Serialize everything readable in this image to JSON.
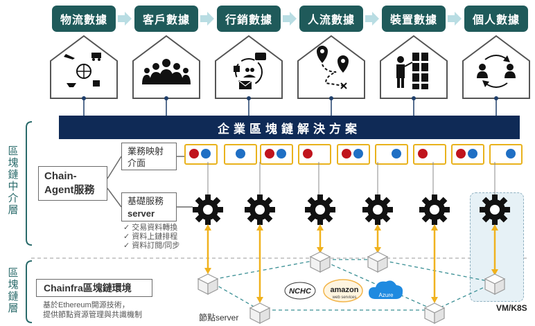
{
  "sources": [
    {
      "label": "物流數據",
      "icon": "logistics-icon"
    },
    {
      "label": "客戶數據",
      "icon": "people-icon"
    },
    {
      "label": "行銷數據",
      "icon": "marketing-icon"
    },
    {
      "label": "人流數據",
      "icon": "route-icon"
    },
    {
      "label": "裝置數據",
      "icon": "devices-icon"
    },
    {
      "label": "個人數據",
      "icon": "exchange-icon"
    }
  ],
  "banner": "企業區塊鏈解決方案",
  "side_middle": "區塊鏈中介層",
  "side_bottom": "區塊鏈層",
  "agent": {
    "title_line1": "Chain-",
    "title_line2": "Agent服務",
    "mapping_line1": "業務映射",
    "mapping_line2": "介面",
    "base_line1": "基礎服務",
    "base_line2": "server",
    "features": [
      "交易資料轉換",
      "資料上鏈排程",
      "資料訂閱/同步"
    ]
  },
  "chainfra": {
    "title": "Chainfra區塊鏈環境",
    "desc_line1": "基於Ethereum開源技術，",
    "desc_line2": "提供節點資源管理與共識機制"
  },
  "node_label": "節點server",
  "vm_label": "VM/K8S",
  "logos": {
    "nchc": "NCHC",
    "amazon": "amazon",
    "amazon_sub": "web services",
    "azure": "Azure"
  },
  "colors": {
    "teal": "#1f5a5a",
    "navy": "#0f2a56",
    "gold": "#e9b21c",
    "red": "#c0141d",
    "blue": "#1f6fc4"
  }
}
